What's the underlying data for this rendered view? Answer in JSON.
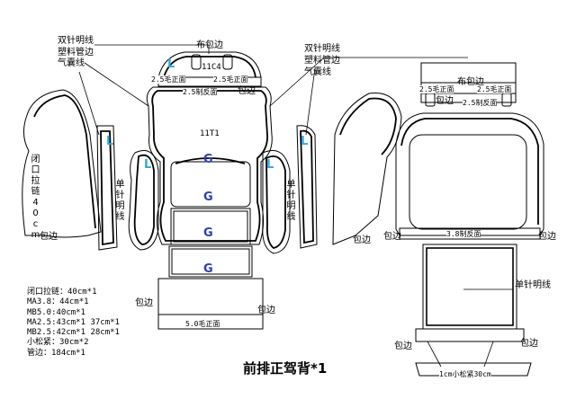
{
  "title": "前排正驾背*1",
  "colors": {
    "outline": "#000000",
    "mark_L": "#2fa9e0",
    "mark_G": "#2a3fb2"
  },
  "labels": {
    "shuangzhen_left": "双针明线",
    "suliao_left": "塑料管边",
    "qinang_left": "气囊线",
    "shuangzhen_right": "双针明线",
    "suliao_right": "塑料管边",
    "qinang_right": "气囊线",
    "bubaobian_top": "布包边",
    "part_11c4": "11C4",
    "mao_25_left": "2.5毛正面",
    "mao_25_right": "2.5毛正面",
    "baobian_top": "包边",
    "zhifan_25": "2.5制反面",
    "part_11t1": "11T1",
    "bihe_lalian_v": "闭口拉链40cm",
    "danzhen_left_v": "单针明线",
    "danzhen_right_v": "单针明线",
    "baobian_left": "包边",
    "baobian_mid_r": "包边",
    "baobian_rt": "包边",
    "baobian_rr": "包边",
    "baobian_center": "包边",
    "mao_50": "5.0毛正面",
    "r_bubaobian": "布包边",
    "r_mao25_left": "2.5毛正面",
    "r_mao25_right": "2.5毛正面",
    "r_baobian_small": "包边",
    "r_zhifan_25": "2.5制反面",
    "r_zhifan_38": "3.8制反面",
    "r_danzhen": "单针明线",
    "r_baobian_bl": "包边",
    "r_baobian_br": "包边",
    "r_songjin": "1cm小松紧30cm"
  },
  "marks": {
    "L": "L",
    "G": "G"
  },
  "notes": [
    "闭口拉链：40cm*1",
    "MA3.8：44cm*1",
    "MB5.0:40cm*1",
    "MA2.5:43cm*1   37cm*1",
    "MB2.5:42cm*1   28cm*1",
    "小松紧：30cm*2",
    "管边：184cm*1"
  ]
}
